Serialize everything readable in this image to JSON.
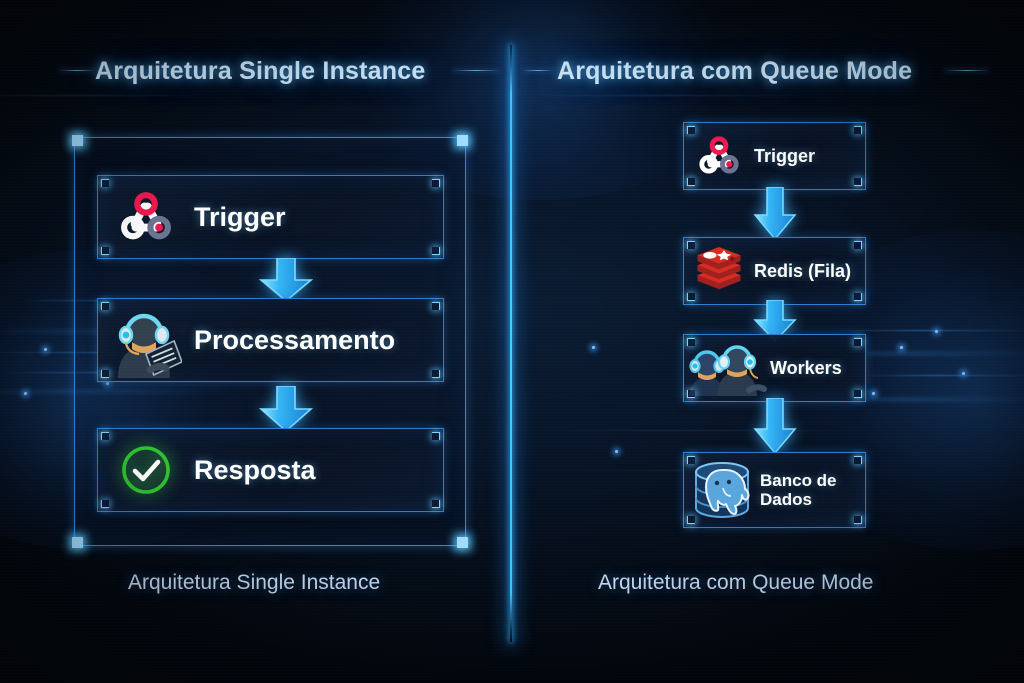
{
  "background": {
    "base_color": "#04080f",
    "accent_color": "#39c2ff",
    "frame_color": "#2e86d6",
    "arrow_color": "#29a8f0"
  },
  "divider": {
    "name": "vertical-divider",
    "color": "#3fd0ff"
  },
  "left_column": {
    "title": "Arquitetura Single Instance",
    "caption": "Arquitetura Single Instance",
    "nodes": [
      {
        "label": "Trigger",
        "icon": "webhook-icon"
      },
      {
        "label": "Processamento",
        "icon": "operator-headset-icon"
      },
      {
        "label": "Resposta",
        "icon": "check-circle-icon"
      }
    ],
    "arrows": [
      {
        "name": "arrow-trigger-to-processamento",
        "direction": "down"
      },
      {
        "name": "arrow-processamento-to-resposta",
        "direction": "down"
      }
    ]
  },
  "right_column": {
    "title": "Arquitetura com Queue Mode",
    "caption": "Arquitetura com Queue Mode",
    "nodes": [
      {
        "label": "Trigger",
        "icon": "webhook-icon"
      },
      {
        "label": "Redis (Fila)",
        "icon": "redis-logo-icon"
      },
      {
        "label": "Workers",
        "icon": "workers-headset-icon"
      },
      {
        "label": "Banco de\nDados",
        "icon": "postgres-database-icon"
      }
    ],
    "arrows": [
      {
        "name": "arrow-trigger-to-redis",
        "direction": "down"
      },
      {
        "name": "arrow-redis-to-workers",
        "direction": "down"
      },
      {
        "name": "arrow-workers-to-banco",
        "direction": "down"
      }
    ]
  }
}
